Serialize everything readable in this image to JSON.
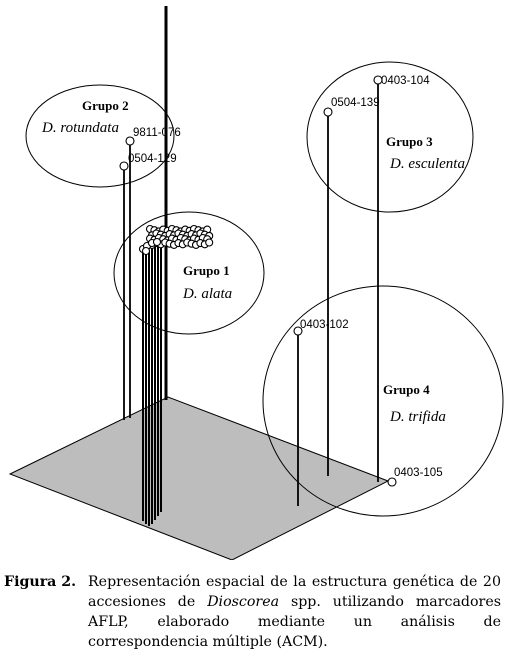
{
  "groups": [
    {
      "title": "Grupo 2",
      "species": "D. rotundata"
    },
    {
      "title": "Grupo 3",
      "species": "D. esculenta"
    },
    {
      "title": "Grupo 1",
      "species": "D. alata"
    },
    {
      "title": "Grupo 4",
      "species": "D. trifida"
    }
  ],
  "accessions": {
    "a_9811_076": "9811-076",
    "a_0504_129": "0504-129",
    "a_0403_104": "0403-104",
    "a_0504_139": "0504-139",
    "a_0403_102": "0403-102",
    "a_0403_105": "0403-105"
  },
  "caption": {
    "label": "Figura 2.",
    "text_before": "Representación espacial de la estructura genética de 20 accesiones de ",
    "genus": "Dioscorea",
    "text_after": " spp. utilizando marcadores AFLP, elaborado mediante un análisis de correspondencia múltiple (ACM)."
  },
  "colors": {
    "plane_fill": "#bdbdbd",
    "line": "#000000"
  }
}
